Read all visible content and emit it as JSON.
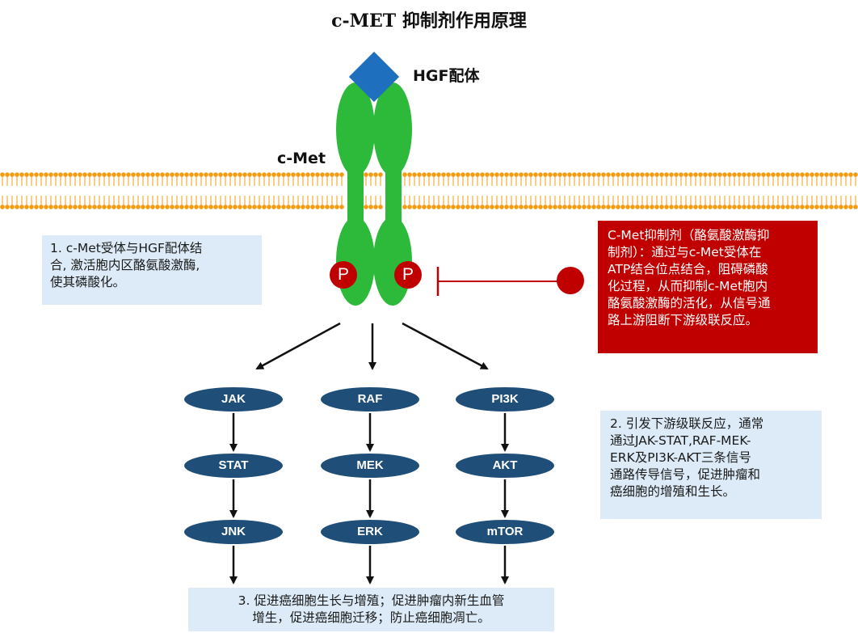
{
  "title": "c-MET 抑制剂作用原理",
  "labels": {
    "ligand": "HGF配体",
    "receptor": "c-Met",
    "phospho": "P"
  },
  "annotations": {
    "step1": "1. c-Met受体与HGF配体结\n合, 激活胞内区酪氨酸激酶,\n使其磷酸化。",
    "inhibitor": "C-Met抑制剂（酪氨酸激酶抑\n制剂）：通过与c-Met受体在\nATP结合位点结合，阻碍磷酸\n化过程，从而抑制c-Met胞内\n酪氨酸激酶的活化，从信号通\n路上游阻断下游级联反应。",
    "step2": "2. 引发下游级联反应，通常\n通过JAK-STAT,RAF-MEK-\nERK及PI3K-AKT三条信号\n通路传导信号，促进肿瘤和\n癌细胞的增殖和生长。",
    "step3": "3. 促进癌细胞生长与增殖；促进肿瘤内新生血管\n增生，促进癌细胞迁移；防止癌细胞凋亡。"
  },
  "pathways": [
    {
      "nodes": [
        "JAK",
        "STAT",
        "JNK"
      ]
    },
    {
      "nodes": [
        "RAF",
        "MEK",
        "ERK"
      ]
    },
    {
      "nodes": [
        "PI3K",
        "AKT",
        "mTOR"
      ]
    }
  ],
  "colors": {
    "membrane": "#f39c12",
    "receptor": "#2db93a",
    "ligand": "#1f6fbf",
    "phospho": "#c00000",
    "node": "#1f4e79",
    "infobox": "#dcebf7",
    "inhibitor": "#c00000"
  }
}
